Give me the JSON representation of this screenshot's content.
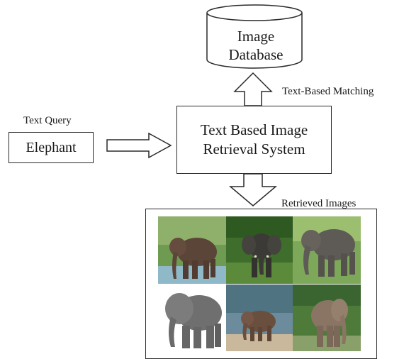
{
  "database": {
    "line1": "Image",
    "line2": "Database"
  },
  "labels": {
    "text_query": "Text Query",
    "text_based_matching": "Text-Based Matching",
    "retrieved_images": "Retrieved Images"
  },
  "query": {
    "value": "Elephant"
  },
  "system": {
    "line1": "Text Based Image",
    "line2": "Retrieval System"
  },
  "colors": {
    "stroke": "#2a2a2a",
    "background": "#ffffff"
  },
  "results": [
    {
      "name": "elephant-photo-1"
    },
    {
      "name": "elephant-photo-2"
    },
    {
      "name": "elephant-photo-3"
    },
    {
      "name": "elephant-photo-4"
    },
    {
      "name": "elephant-photo-5"
    },
    {
      "name": "elephant-photo-6"
    }
  ]
}
